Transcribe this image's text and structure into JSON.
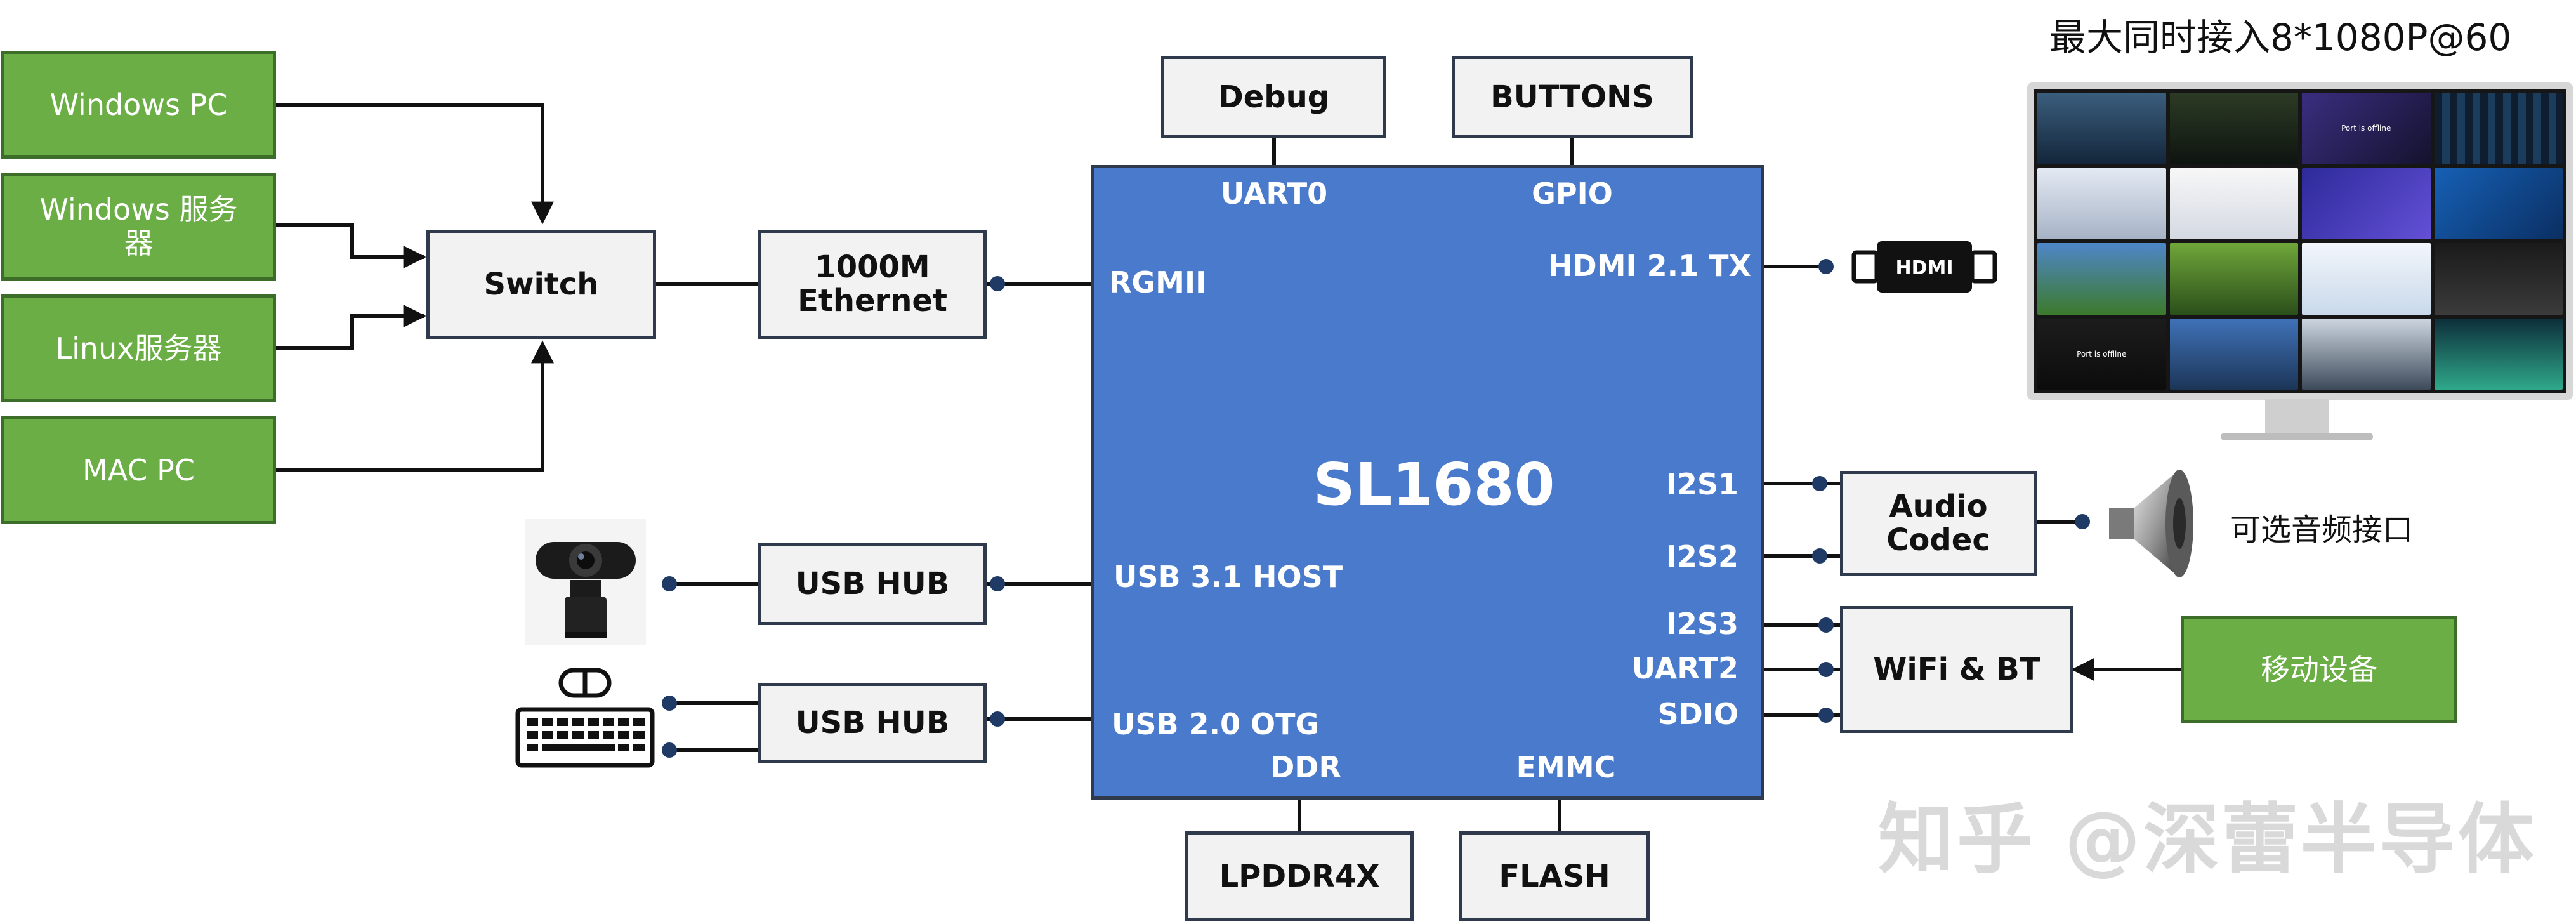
{
  "title": "最大同时接入8*1080P@60",
  "watermark": "知乎 @深蕾半导体",
  "chip": {
    "name": "SL1680",
    "ports": {
      "uart0": "UART0",
      "gpio": "GPIO",
      "rgmii": "RGMII",
      "hdmi": "HDMI 2.1 TX",
      "i2s1": "I2S1",
      "i2s2": "I2S2",
      "i2s3": "I2S3",
      "uart2": "UART2",
      "sdio": "SDIO",
      "usb31": "USB 3.1 HOST",
      "usb20": "USB 2.0 OTG",
      "ddr": "DDR",
      "emmc": "EMMC"
    }
  },
  "sources": {
    "windows_pc": "Windows PC",
    "windows_server": "Windows 服务器",
    "linux_server": "Linux服务器",
    "mac_pc": "MAC PC"
  },
  "blocks": {
    "switch": "Switch",
    "ethernet_line1": "1000M",
    "ethernet_line2": "Ethernet",
    "debug": "Debug",
    "buttons": "BUTTONS",
    "usb_hub_1": "USB HUB",
    "usb_hub_2": "USB HUB",
    "audio_line1": "Audio",
    "audio_line2": "Codec",
    "wifi": "WiFi & BT",
    "mobile": "移动设备",
    "lpddr": "LPDDR4X",
    "flash": "FLASH"
  },
  "labels": {
    "audio_optional": "可选音频接口",
    "hdmi_logo": "HDMI",
    "monitor_offline_1": "Port is offline",
    "monitor_offline_2": "Port is offline"
  },
  "colors": {
    "chip_fill": "#4a7acb",
    "source_fill": "#6aae45",
    "block_fill": "#f2f2f2",
    "line": "#111111",
    "dot": "#1f3a64"
  },
  "icons": {
    "camera": "webcam-icon",
    "keyboard": "keyboard-mouse-icon",
    "hdmi": "hdmi-plug-icon",
    "speaker": "speaker-icon",
    "monitor": "monitor-icon"
  }
}
